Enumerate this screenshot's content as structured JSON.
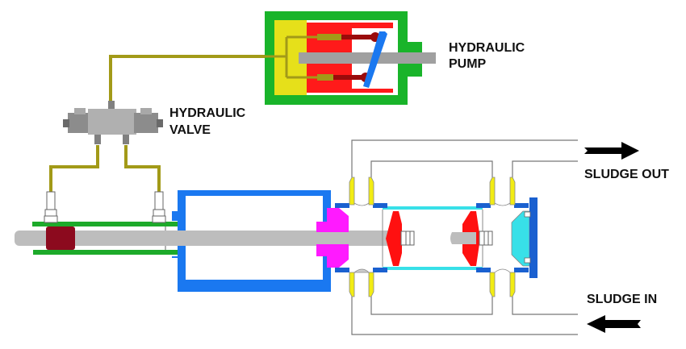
{
  "diagram": {
    "title": "Hydraulic sludge pump schematic",
    "labels": {
      "hydraulic_pump": [
        "HYDRAULIC",
        "PUMP"
      ],
      "hydraulic_valve": [
        "HYDRAULIC",
        "VALVE"
      ],
      "sludge_out": "SLUDGE OUT",
      "sludge_in": "SLUDGE IN"
    },
    "components": [
      "hydraulic-pump",
      "hydraulic-valve",
      "hydraulic-lines",
      "hydraulic-cylinder",
      "piston-rod",
      "drive-piston",
      "piston-seal-hub",
      "pumping-chamber",
      "discharge-check-valves",
      "suction-check-valves",
      "end-cover",
      "sludge-out-arrow",
      "sludge-in-arrow"
    ],
    "colors": {
      "pump_housing": "#19b42a",
      "pump_port_block": "#e6e01a",
      "pump_pistons": "#ff1a1a",
      "pump_rods": "#9a0b0b",
      "swash_plate": "#1a78f0",
      "shaft": "#a0a0a0",
      "hydraulic_line": "#a29a18",
      "valve_body": "#aaaaaa",
      "cylinder": "#1a78f0",
      "guide_rails": "#1daa2a",
      "rod_piston": "#8c0a1e",
      "piston_hub": "#ff1aff",
      "chamber_liner": "#38e0e8",
      "valve_seats": "#f2ec14",
      "flanges": "#1a60d0",
      "rubber_cups": "#ff1010",
      "arrows": "#000000"
    }
  }
}
